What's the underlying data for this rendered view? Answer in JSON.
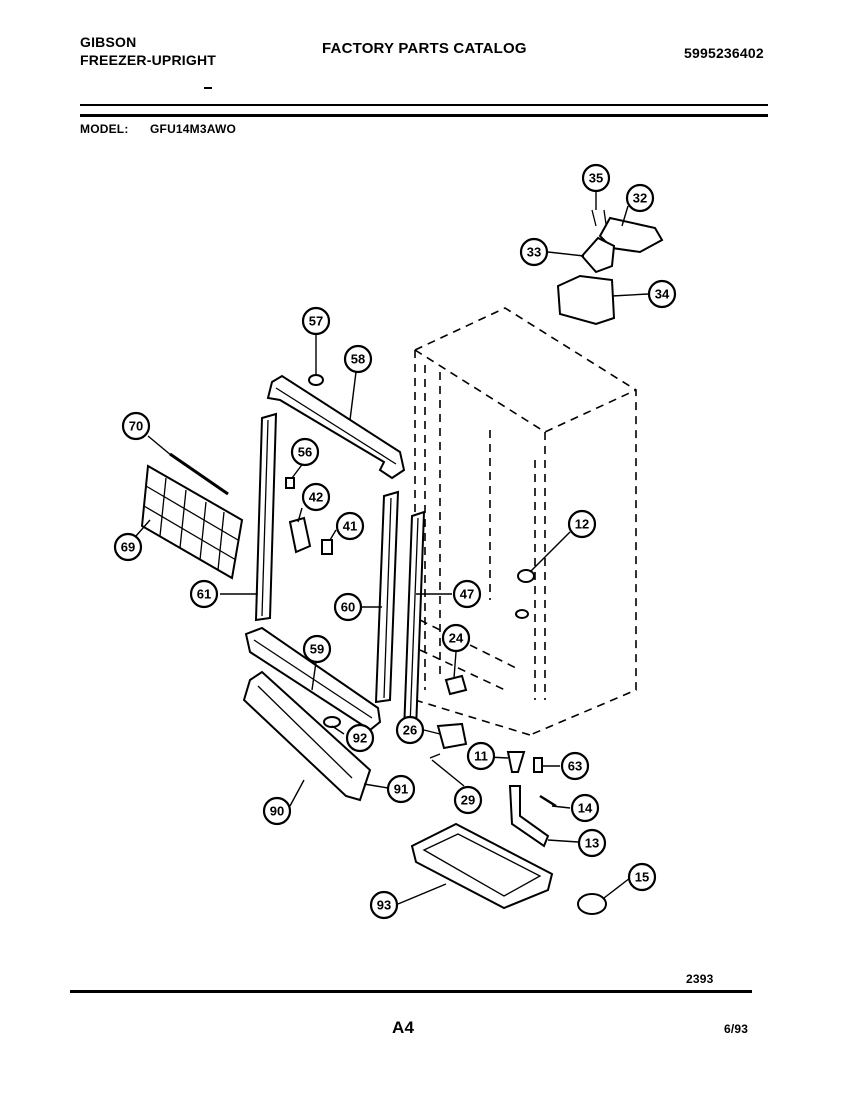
{
  "header": {
    "brand": "GIBSON",
    "category": "FREEZER-UPRIGHT",
    "title": "FACTORY PARTS CATALOG",
    "catalog_number": "5995236402"
  },
  "model": {
    "label": "MODEL:",
    "value": "GFU14M3AWO"
  },
  "footer": {
    "diagram_number": "2393",
    "page": "A4",
    "date": "6/93"
  },
  "callouts": [
    {
      "id": "c35",
      "label": "35"
    },
    {
      "id": "c32",
      "label": "32"
    },
    {
      "id": "c33",
      "label": "33"
    },
    {
      "id": "c34",
      "label": "34"
    },
    {
      "id": "c57",
      "label": "57"
    },
    {
      "id": "c58",
      "label": "58"
    },
    {
      "id": "c70",
      "label": "70"
    },
    {
      "id": "c56",
      "label": "56"
    },
    {
      "id": "c42",
      "label": "42"
    },
    {
      "id": "c41",
      "label": "41"
    },
    {
      "id": "c12",
      "label": "12"
    },
    {
      "id": "c69",
      "label": "69"
    },
    {
      "id": "c61",
      "label": "61"
    },
    {
      "id": "c60",
      "label": "60"
    },
    {
      "id": "c47",
      "label": "47"
    },
    {
      "id": "c24",
      "label": "24"
    },
    {
      "id": "c59",
      "label": "59"
    },
    {
      "id": "c92",
      "label": "92"
    },
    {
      "id": "c26",
      "label": "26"
    },
    {
      "id": "c11",
      "label": "11"
    },
    {
      "id": "c63",
      "label": "63"
    },
    {
      "id": "c91",
      "label": "91"
    },
    {
      "id": "c29",
      "label": "29"
    },
    {
      "id": "c14",
      "label": "14"
    },
    {
      "id": "c90",
      "label": "90"
    },
    {
      "id": "c13",
      "label": "13"
    },
    {
      "id": "c15",
      "label": "15"
    },
    {
      "id": "c93",
      "label": "93"
    }
  ]
}
